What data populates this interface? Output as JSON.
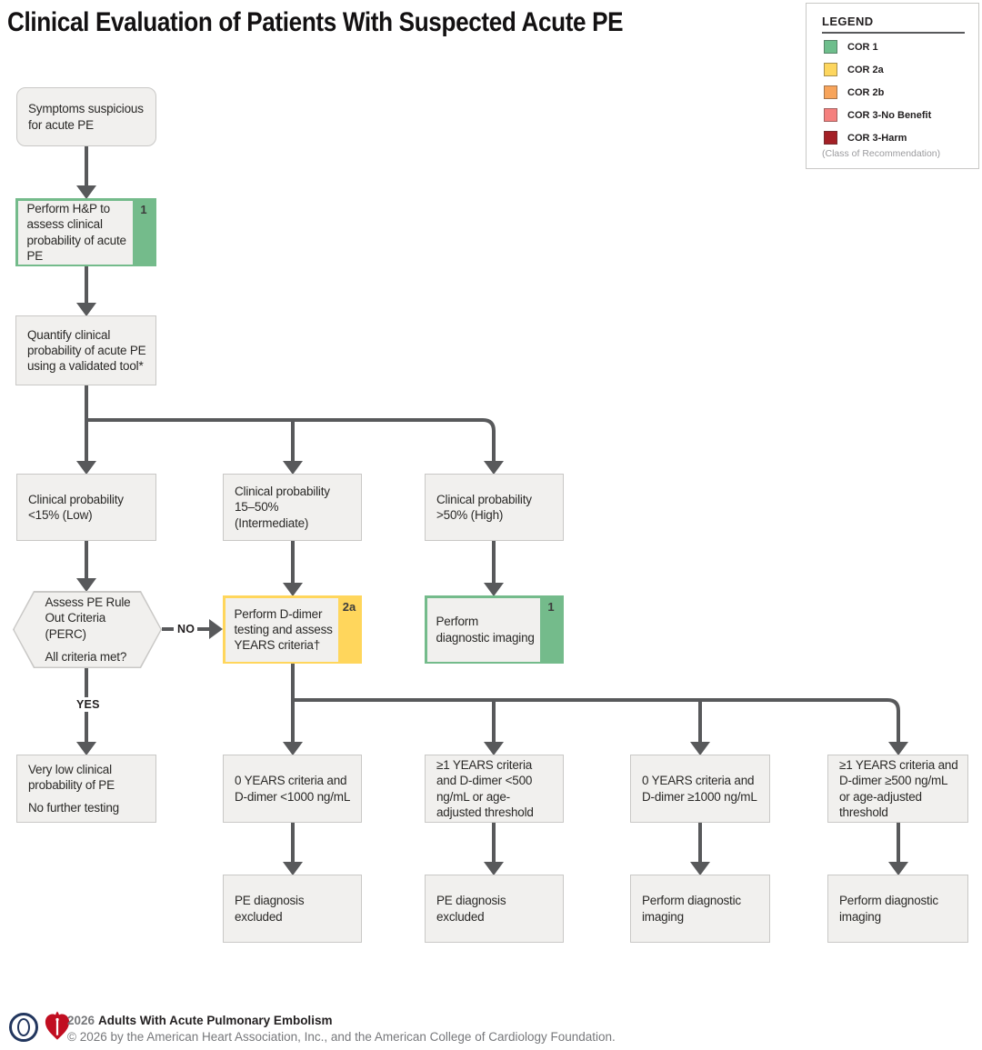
{
  "title": "Clinical Evaluation of Patients With Suspected Acute PE",
  "legend": {
    "heading": "LEGEND",
    "caption": "(Class of Recommendation)",
    "items": [
      {
        "label": "COR 1",
        "color": "#6EBE8C"
      },
      {
        "label": "COR 2a",
        "color": "#FDD65E"
      },
      {
        "label": "COR 2b",
        "color": "#F7A45B"
      },
      {
        "label": "COR 3-No Benefit",
        "color": "#F5807E"
      },
      {
        "label": "COR 3-Harm",
        "color": "#A42026"
      }
    ]
  },
  "colors": {
    "cor1": "#74BB8B",
    "cor2a": "#FFD65C",
    "node_fill": "#F1F0EE",
    "node_border": "#C9C8C6",
    "wire": "#58595B"
  },
  "nodes": {
    "symptoms": {
      "text": "Symptoms suspicious for acute PE"
    },
    "perform_hp": {
      "text": "Perform H&P to assess clinical probability of acute PE",
      "cor": "1"
    },
    "quantify": {
      "text": "Quantify clinical probability of acute PE using a validated tool*"
    },
    "prob_low": {
      "text": "Clinical probability <15% (Low)"
    },
    "prob_intermediate": {
      "text": "Clinical probability 15–50% (Intermediate)"
    },
    "prob_high": {
      "text": "Clinical probability >50% (High)"
    },
    "perc": {
      "line1": "Assess PE Rule Out Criteria (PERC)",
      "line2": "All criteria met?"
    },
    "ddimer": {
      "text": "Perform D-dimer testing and assess YEARS criteria†",
      "cor": "2a"
    },
    "imaging_high": {
      "text": "Perform diagnostic imaging",
      "cor": "1"
    },
    "very_low": {
      "line1": "Very low clinical probability of PE",
      "line2": "No further testing"
    },
    "years_0_low": {
      "text": "0 YEARS criteria and D-dimer <1000 ng/mL"
    },
    "years_1_low": {
      "text": "≥1 YEARS criteria and D-dimer <500 ng/mL or age-adjusted threshold"
    },
    "years_0_high": {
      "text": "0 YEARS criteria and D-dimer ≥1000 ng/mL"
    },
    "years_1_high": {
      "text": "≥1 YEARS criteria and D-dimer ≥500 ng/mL or age-adjusted threshold"
    },
    "excluded_1": {
      "text": "PE diagnosis excluded"
    },
    "excluded_2": {
      "text": "PE diagnosis excluded"
    },
    "imaging_1": {
      "text": "Perform diagnostic imaging"
    },
    "imaging_2": {
      "text": "Perform diagnostic imaging"
    }
  },
  "edge_labels": {
    "no": "NO",
    "yes": "YES"
  },
  "footer": {
    "year": "2026",
    "title": "Adults With Acute Pulmonary Embolism",
    "copyright": "© 2026 by the American Heart Association, Inc., and the American College of Cardiology Foundation."
  }
}
